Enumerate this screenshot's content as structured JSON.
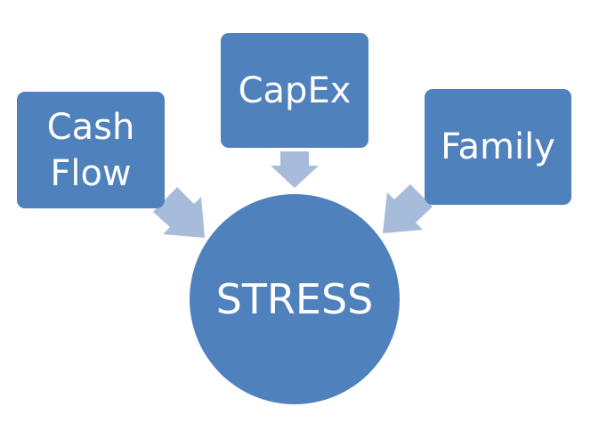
{
  "diagram": {
    "nodes": [
      {
        "id": "cash-flow",
        "label": "Cash\nFlow"
      },
      {
        "id": "capex",
        "label": "CapEx"
      },
      {
        "id": "family",
        "label": "Family"
      }
    ],
    "center": {
      "label": "STRESS"
    }
  },
  "colors": {
    "box_fill": "#4f81bd",
    "arrow_fill": "#a7bbdb",
    "text": "#ffffff"
  }
}
